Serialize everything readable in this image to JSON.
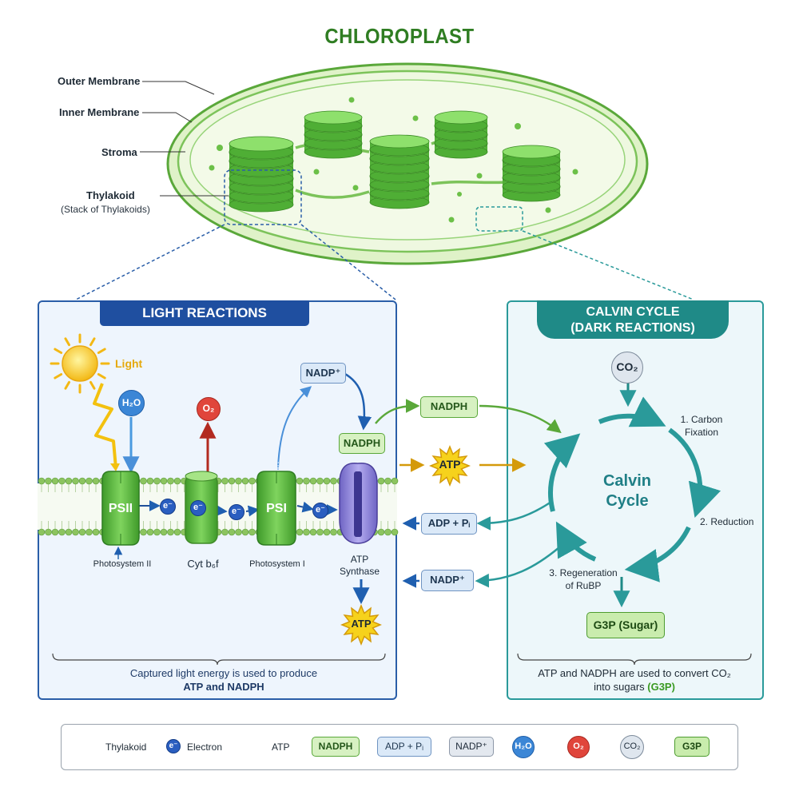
{
  "title": "CHLOROPLAST",
  "structure_labels": {
    "outer_membrane": "Outer Membrane",
    "inner_membrane": "Inner Membrane",
    "stroma": "Stroma",
    "thylakoid": "Thylakoid",
    "thylakoid_sub": "(Stack of Thylakoids)"
  },
  "light_reactions": {
    "heading": "LIGHT REACTIONS",
    "light": "Light",
    "h2o": "H₂O",
    "o2": "O₂",
    "nadp_plus": "NADP⁺",
    "nadph": "NADPH",
    "psii": "PSII",
    "psi": "PSI",
    "electron": "e⁻",
    "photosystem_ii": "Photosystem II",
    "cyt": "Cyt b₆f",
    "photosystem_i": "Photosystem I",
    "atp_synthase": [
      "ATP",
      "Synthase"
    ],
    "atp": "ATP",
    "summary": [
      "Captured light energy is used to produce",
      "ATP and NADPH"
    ]
  },
  "transfer": {
    "nadph": "NADPH",
    "atp": "ATP",
    "adp_pi": "ADP + Pᵢ",
    "nadp_plus": "NADP⁺"
  },
  "calvin_cycle": {
    "heading": [
      "CALVIN CYCLE",
      "(DARK REACTIONS)"
    ],
    "co2": "CO₂",
    "center": [
      "Calvin",
      "Cycle"
    ],
    "step1": [
      "1. Carbon",
      "Fixation"
    ],
    "step2": "2. Reduction",
    "step3": [
      "3. Regeneration",
      "of RuBP"
    ],
    "g3p": "G3P (Sugar)",
    "summary_line1": "ATP and NADPH are used to convert CO₂",
    "summary_line2_pre": "into sugars ",
    "summary_line2_hl": "(G3P)"
  },
  "legend": {
    "thylakoid": "Thylakoid",
    "electron_symbol": "e⁻",
    "electron": "Electron",
    "atp": "ATP",
    "nadph": "NADPH",
    "adp_pi": "ADP + Pᵢ",
    "nadp_plus": "NADP⁺",
    "h2o": "H₂O",
    "o2": "O₂",
    "co2": "CO₂",
    "g3p": "G3P"
  },
  "colors": {
    "light_panel": "#2a5ea8",
    "calvin_panel": "#2a9a9a",
    "thylakoid_green": "#6cc848",
    "atp_yellow": "#f6d21c"
  }
}
